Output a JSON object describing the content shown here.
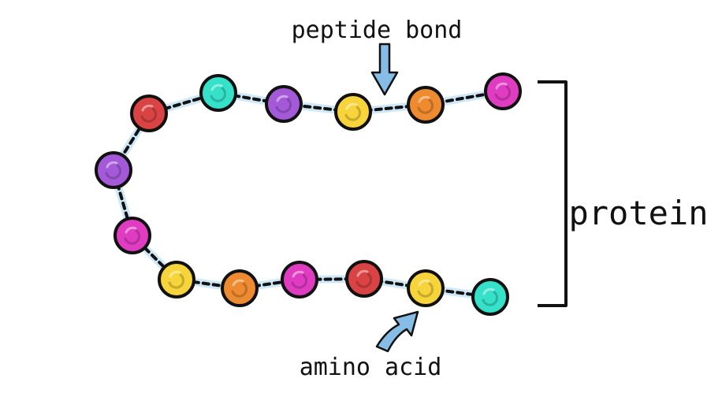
{
  "labels": {
    "peptide_bond": "peptide bond",
    "amino_acid": "amino acid",
    "protein": "protein"
  },
  "colors": {
    "red": "#d94343",
    "teal": "#35e2c9",
    "purple": "#a45ad8",
    "yellow": "#f7d43a",
    "orange": "#ee8a2f",
    "magenta": "#e03cc2",
    "arrow": "#86bde6",
    "bond_glow": "#cfe8f7"
  },
  "chain": [
    "red",
    "teal",
    "purple",
    "yellow",
    "orange",
    "magenta",
    "purple",
    "magenta",
    "yellow",
    "orange",
    "magenta",
    "red",
    "yellow",
    "teal"
  ]
}
